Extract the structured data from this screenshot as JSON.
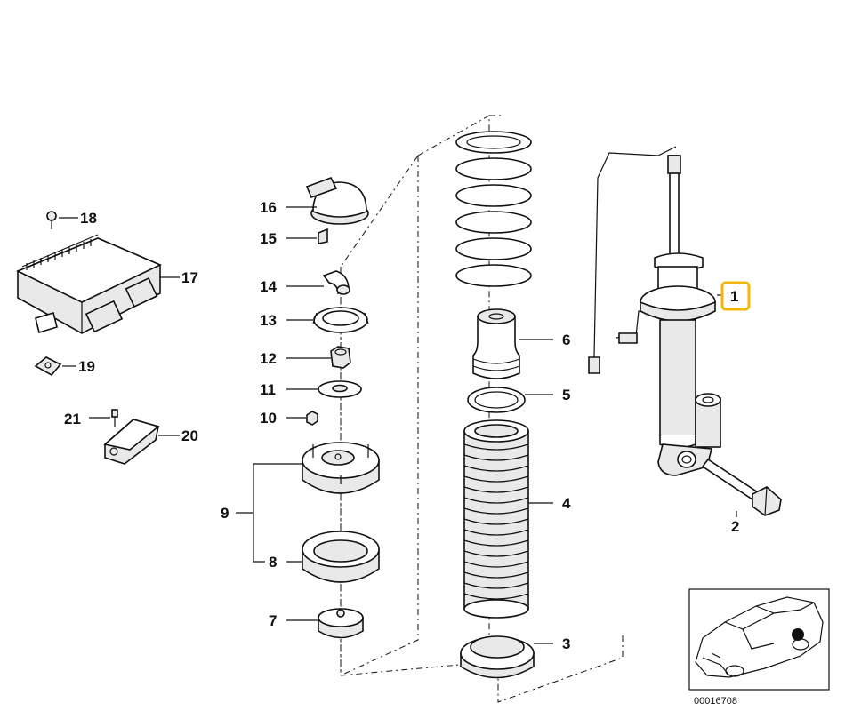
{
  "diagram": {
    "reference_number": "00016708",
    "highlight_color": "#f2b705",
    "highlighted_callout": "1",
    "callouts": [
      "1",
      "2",
      "3",
      "4",
      "5",
      "6",
      "7",
      "8",
      "9",
      "10",
      "11",
      "12",
      "13",
      "14",
      "15",
      "16",
      "17",
      "18",
      "19",
      "20",
      "21"
    ]
  }
}
